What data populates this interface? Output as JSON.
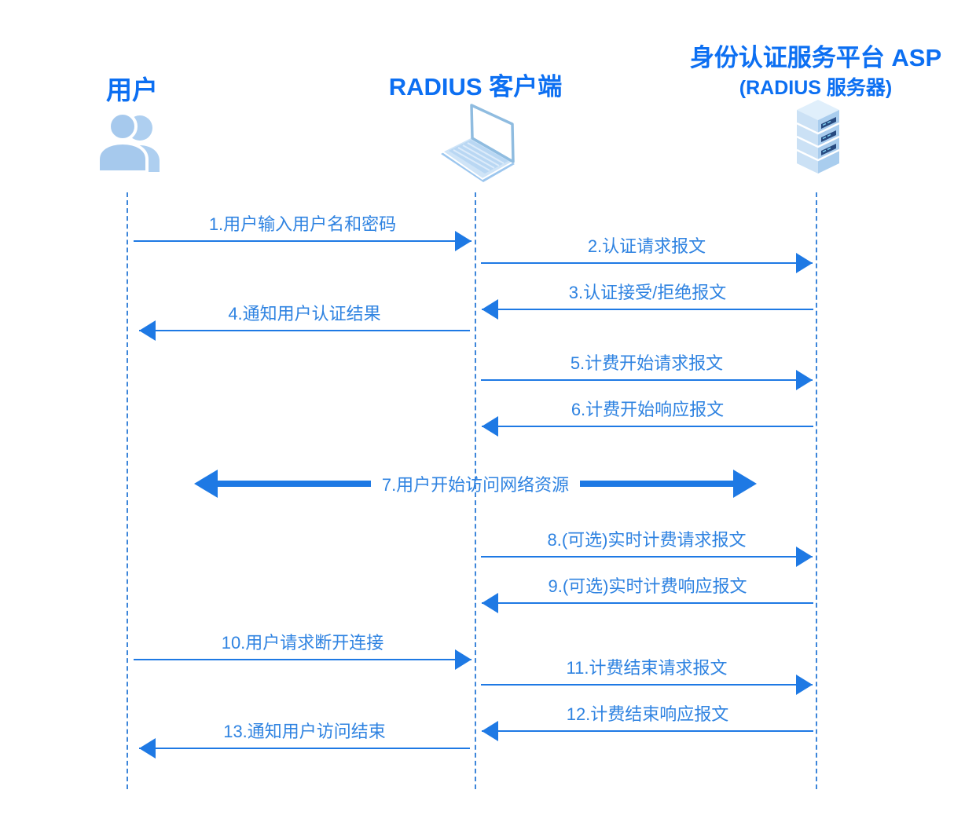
{
  "actors": [
    {
      "name": "用户",
      "icon": "users-icon"
    },
    {
      "name": "RADIUS 客户端",
      "icon": "laptop-icon"
    },
    {
      "name": "身份认证服务平台 ASP",
      "subtitle": "(RADIUS 服务器)",
      "icon": "server-icon"
    }
  ],
  "messages": [
    {
      "label": "1.用户输入用户名和密码",
      "from": "user",
      "to": "client",
      "direction": "right"
    },
    {
      "label": "2.认证请求报文",
      "from": "client",
      "to": "server",
      "direction": "right"
    },
    {
      "label": "3.认证接受/拒绝报文",
      "from": "server",
      "to": "client",
      "direction": "left"
    },
    {
      "label": "4.通知用户认证结果",
      "from": "client",
      "to": "user",
      "direction": "left"
    },
    {
      "label": "5.计费开始请求报文",
      "from": "client",
      "to": "server",
      "direction": "right"
    },
    {
      "label": "6.计费开始响应报文",
      "from": "server",
      "to": "client",
      "direction": "left"
    },
    {
      "label": "7.用户开始访问网络资源",
      "from": "user",
      "to": "server",
      "direction": "both"
    },
    {
      "label": "8.(可选)实时计费请求报文",
      "from": "client",
      "to": "server",
      "direction": "right"
    },
    {
      "label": "9.(可选)实时计费响应报文",
      "from": "server",
      "to": "client",
      "direction": "left"
    },
    {
      "label": "10.用户请求断开连接",
      "from": "user",
      "to": "client",
      "direction": "right"
    },
    {
      "label": "11.计费结束请求报文",
      "from": "client",
      "to": "server",
      "direction": "right"
    },
    {
      "label": "12.计费结束响应报文",
      "from": "server",
      "to": "client",
      "direction": "left"
    },
    {
      "label": "13.通知用户访问结束",
      "from": "client",
      "to": "user",
      "direction": "left"
    }
  ],
  "colors": {
    "title": "#0c6ff2",
    "message_text": "#2f83e1",
    "arrow": "#1e79e4",
    "lifeline": "#3d86da",
    "icon_fill": "#a6c9ed"
  }
}
